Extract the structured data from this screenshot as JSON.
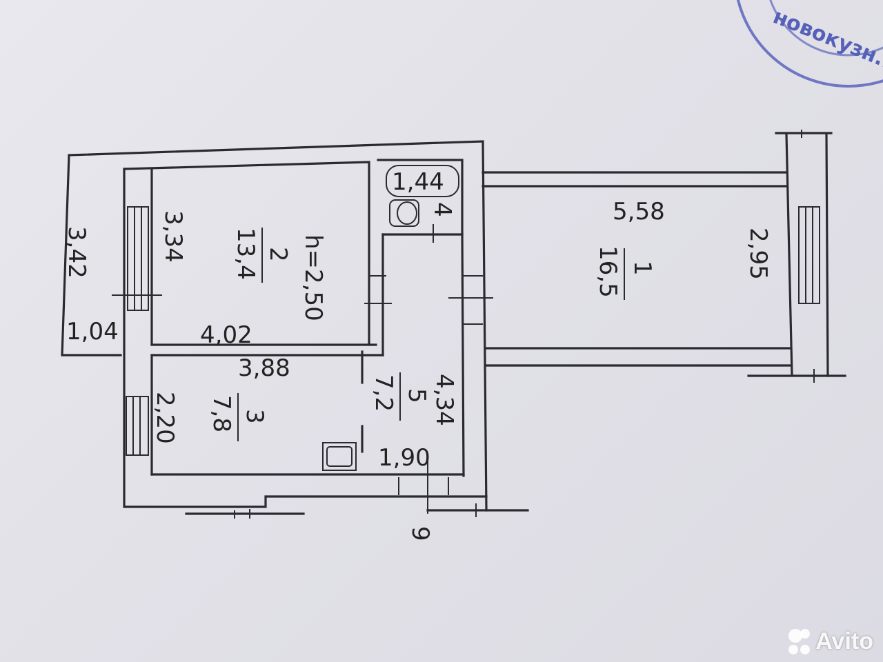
{
  "plan": {
    "ceiling_height": "h=2,50",
    "rooms": [
      {
        "number": "1",
        "area": "16,5"
      },
      {
        "number": "2",
        "area": "13,4"
      },
      {
        "number": "3",
        "area": "7,8"
      },
      {
        "number": "5",
        "area": "7,2"
      }
    ],
    "bath_room_number": "4",
    "dimensions": {
      "room1_length": "5,58",
      "room1_width": "2,95",
      "room2_height": "3,34",
      "room2_width": "4,02",
      "room3_width": "3,88",
      "room3_height": "2,20",
      "hall_length": "4,34",
      "hall_width": "1,90",
      "balcony_length": "3,42",
      "balcony_width": "1,04",
      "bath_length": "1,44"
    },
    "page_marker": "9"
  },
  "stamp": {
    "text": "новокузн...ции"
  },
  "watermark": {
    "brand": "Avito"
  }
}
